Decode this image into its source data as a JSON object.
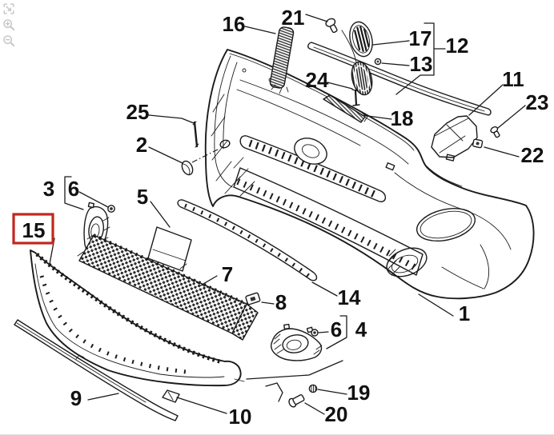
{
  "viewer": {
    "toolbar": {
      "icon_color": "#c5c5c5",
      "buttons": [
        {
          "name": "fit-to-view",
          "icon": "expand-icon"
        },
        {
          "name": "zoom-in",
          "icon": "zoom-in-icon"
        },
        {
          "name": "zoom-out",
          "icon": "zoom-out-icon"
        }
      ]
    }
  },
  "diagram": {
    "background": "#ffffff",
    "line_color": "#1b1b1b",
    "highlight": {
      "label": "15",
      "box_color": "#c1271d"
    },
    "callouts": [
      {
        "label": "1"
      },
      {
        "label": "2"
      },
      {
        "label": "3"
      },
      {
        "label": "4"
      },
      {
        "label": "5"
      },
      {
        "label": "6"
      },
      {
        "label": "6"
      },
      {
        "label": "7"
      },
      {
        "label": "8"
      },
      {
        "label": "9"
      },
      {
        "label": "10"
      },
      {
        "label": "11"
      },
      {
        "label": "12"
      },
      {
        "label": "13"
      },
      {
        "label": "14"
      },
      {
        "label": "15"
      },
      {
        "label": "16"
      },
      {
        "label": "17"
      },
      {
        "label": "18"
      },
      {
        "label": "19"
      },
      {
        "label": "20"
      },
      {
        "label": "21"
      },
      {
        "label": "22"
      },
      {
        "label": "23"
      },
      {
        "label": "24"
      },
      {
        "label": "25"
      }
    ]
  }
}
